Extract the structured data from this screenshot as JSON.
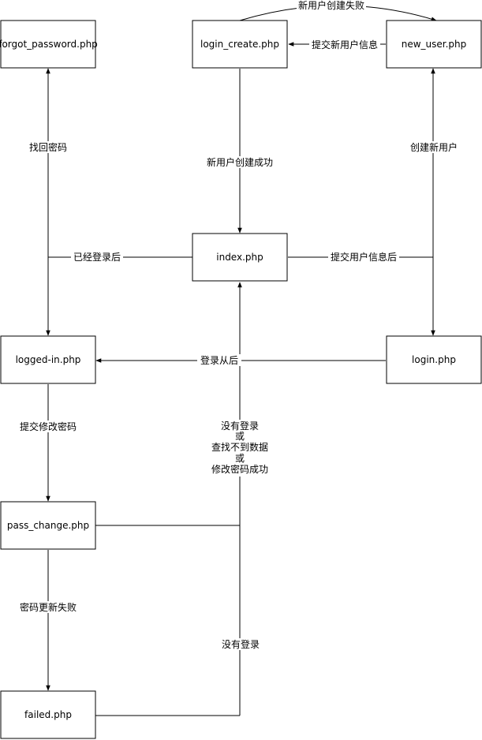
{
  "nodes": {
    "forgot_password": "forgot_password.php",
    "login_create": "login_create.php",
    "new_user": "new_user.php",
    "index": "index.php",
    "logged_in": "logged-in.php",
    "login": "login.php",
    "pass_change": "pass_change.php",
    "failed": "failed.php"
  },
  "edges": {
    "create_failed": "新用户创建失败",
    "submit_new_user": "提交新用户信息",
    "recover_password": "找回密码",
    "create_new_user": "创建新用户",
    "create_success": "新用户创建成功",
    "already_logged_in": "已经登录后",
    "submit_user_info": "提交用户信息后",
    "after_login": "登录从后",
    "submit_change_password": "提交修改密码",
    "not_logged_in_1_line1": "没有登录",
    "not_logged_in_1_line2": "或",
    "not_logged_in_1_line3": "查找不到数据",
    "not_logged_in_1_line4": "或",
    "not_logged_in_1_line5": "修改密码成功",
    "password_update_failed": "密码更新失败",
    "not_logged_in_2": "没有登录"
  }
}
